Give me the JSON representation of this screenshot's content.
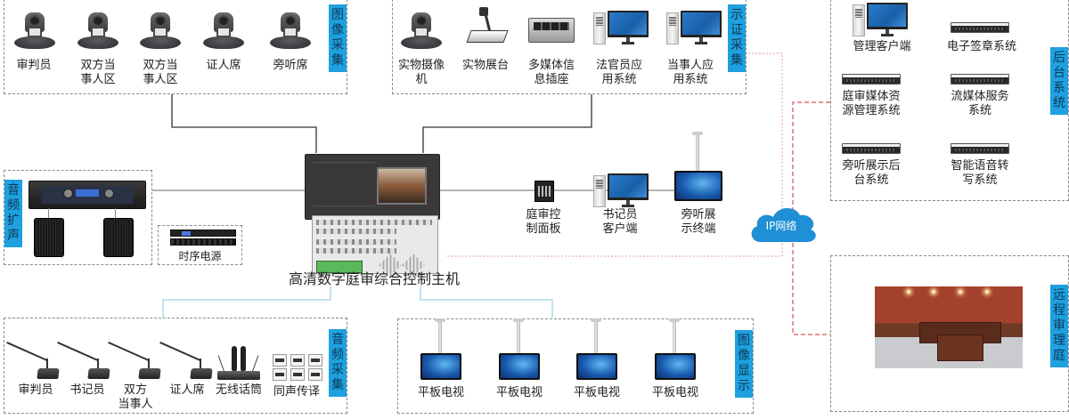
{
  "image_capture": {
    "tag": [
      "图",
      "像",
      "采",
      "集"
    ],
    "items": [
      {
        "label_lines": [
          "审判员"
        ],
        "icon": "ptz-camera-icon"
      },
      {
        "label_lines": [
          "双方当",
          "事人区"
        ],
        "icon": "ptz-camera-icon"
      },
      {
        "label_lines": [
          "双方当",
          "事人区"
        ],
        "icon": "ptz-camera-icon"
      },
      {
        "label_lines": [
          "证人席"
        ],
        "icon": "ptz-camera-icon"
      },
      {
        "label_lines": [
          "旁听席"
        ],
        "icon": "ptz-camera-icon"
      }
    ]
  },
  "evidence_capture": {
    "tag": [
      "示",
      "证",
      "采",
      "集"
    ],
    "items": [
      {
        "label_lines": [
          "实物摄像",
          "机"
        ],
        "icon": "ptz-camera-icon"
      },
      {
        "label_lines": [
          "实物展台"
        ],
        "icon": "document-camera-icon"
      },
      {
        "label_lines": [
          "多媒体信",
          "息插座"
        ],
        "icon": "multimedia-outlet-icon"
      },
      {
        "label_lines": [
          "法官员应",
          "用系统"
        ],
        "icon": "desktop-pc-icon"
      },
      {
        "label_lines": [
          "当事人应",
          "用系统"
        ],
        "icon": "desktop-pc-icon"
      }
    ]
  },
  "backend": {
    "tag": [
      "后",
      "台",
      "系",
      "统"
    ],
    "items": [
      {
        "label_lines": [
          "管理客户端"
        ],
        "icon": "desktop-pc-icon"
      },
      {
        "label_lines": [
          "电子签章系统"
        ],
        "icon": "rack-server-icon"
      },
      {
        "label_lines": [
          "庭审媒体资",
          "源管理系统"
        ],
        "icon": "rack-server-icon"
      },
      {
        "label_lines": [
          "流媒体服务",
          "系统"
        ],
        "icon": "rack-server-icon"
      },
      {
        "label_lines": [
          "旁听展示后",
          "台系统"
        ],
        "icon": "rack-server-icon"
      },
      {
        "label_lines": [
          "智能语音转",
          "写系统"
        ],
        "icon": "rack-server-icon"
      }
    ]
  },
  "audio_amp": {
    "tag": [
      "音",
      "频",
      "扩",
      "声"
    ],
    "power_sequencer_label": "时序电源"
  },
  "host": {
    "label": "高清数字庭审综合控制主机"
  },
  "court_devices": [
    {
      "label_lines": [
        "庭审控",
        "制面板"
      ],
      "icon": "control-panel-icon"
    },
    {
      "label_lines": [
        "书记员",
        "客户端"
      ],
      "icon": "desktop-pc-icon"
    },
    {
      "label_lines": [
        "旁听展",
        "示终端"
      ],
      "icon": "ceiling-tv-icon"
    }
  ],
  "network": {
    "label": "IP网络",
    "color": "#1f8fd6"
  },
  "remote_court": {
    "tag": [
      "远",
      "程",
      "审",
      "理",
      "庭"
    ]
  },
  "audio_capture": {
    "tag": [
      "音",
      "频",
      "采",
      "集"
    ],
    "items": [
      {
        "label_lines": [
          "审判员"
        ],
        "icon": "gooseneck-mic-icon"
      },
      {
        "label_lines": [
          "书记员"
        ],
        "icon": "gooseneck-mic-icon"
      },
      {
        "label_lines": [
          "双方",
          "当事人"
        ],
        "icon": "gooseneck-mic-icon"
      },
      {
        "label_lines": [
          "证人席"
        ],
        "icon": "gooseneck-mic-icon"
      },
      {
        "label_lines": [
          "无线话筒"
        ],
        "icon": "wireless-mic-icon"
      },
      {
        "label_lines": [
          "同声传译"
        ],
        "icon": "interpretation-icon"
      }
    ]
  },
  "image_display": {
    "tag": [
      "图",
      "像",
      "显",
      "示"
    ],
    "items": [
      {
        "label_lines": [
          "平板电视"
        ],
        "icon": "ceiling-tv-icon"
      },
      {
        "label_lines": [
          "平板电视"
        ],
        "icon": "ceiling-tv-icon"
      },
      {
        "label_lines": [
          "平板电视"
        ],
        "icon": "ceiling-tv-icon"
      },
      {
        "label_lines": [
          "平板电视"
        ],
        "icon": "ceiling-tv-icon"
      }
    ]
  },
  "colors": {
    "tag_bg": "#1fa0e0",
    "tag_text": "#0d3a55",
    "box_border": "#8a8a8a",
    "network_link": "#d9505f",
    "audio_link": "#9fd3e6"
  }
}
